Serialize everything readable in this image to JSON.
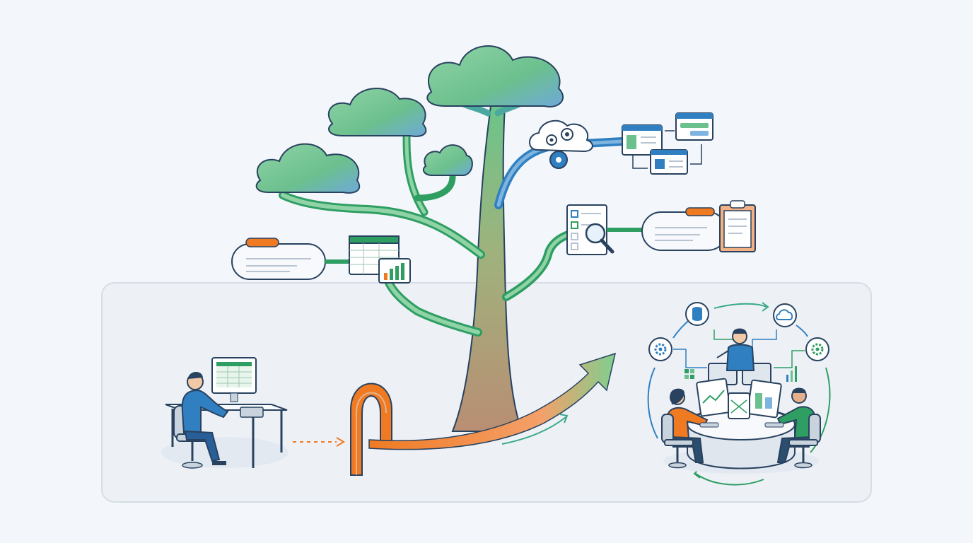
{
  "palette": {
    "background": "#f3f6fa",
    "panel": "#edf1f6",
    "panel_border": "#d6dde6",
    "outline": "#28425f",
    "green": "#2e9e62",
    "green_light": "#8fd3a6",
    "blue": "#2f7fc1",
    "blue_light": "#7db4e0",
    "orange": "#f07a22",
    "trunk_brown": "#b98e73",
    "teal_arrow": "#3aa88a"
  },
  "scene": {
    "tree": {
      "canopies": [
        "top-canopy",
        "upper-left-canopy",
        "left-canopy",
        "small-right-canopy"
      ],
      "branch_nodes": [
        {
          "name": "spreadsheet-chart-node",
          "icons": [
            "spreadsheet-icon",
            "bar-chart-icon"
          ],
          "tag_color": "orange"
        },
        {
          "name": "cloud-automation-node",
          "icons": [
            "cloud-gear-icon",
            "window-workflow-icon"
          ]
        },
        {
          "name": "document-review-node",
          "icons": [
            "checklist-magnifier-icon",
            "clipboard-icon"
          ],
          "tag_color": "orange"
        }
      ]
    },
    "left_scene": {
      "description_icons": [
        "person-at-desk-icon",
        "monitor-spreadsheet-icon",
        "calculator-icon"
      ]
    },
    "transition": {
      "icons": [
        "dashed-arrow-icon",
        "orange-arch-icon",
        "gradient-growth-arrow-icon"
      ]
    },
    "right_scene": {
      "description_icons": [
        "collaboration-table-icon",
        "database-icon",
        "cloud-icon",
        "gear-left-icon",
        "gear-right-icon",
        "cycle-arrows-icon"
      ],
      "people_count": 3
    }
  }
}
